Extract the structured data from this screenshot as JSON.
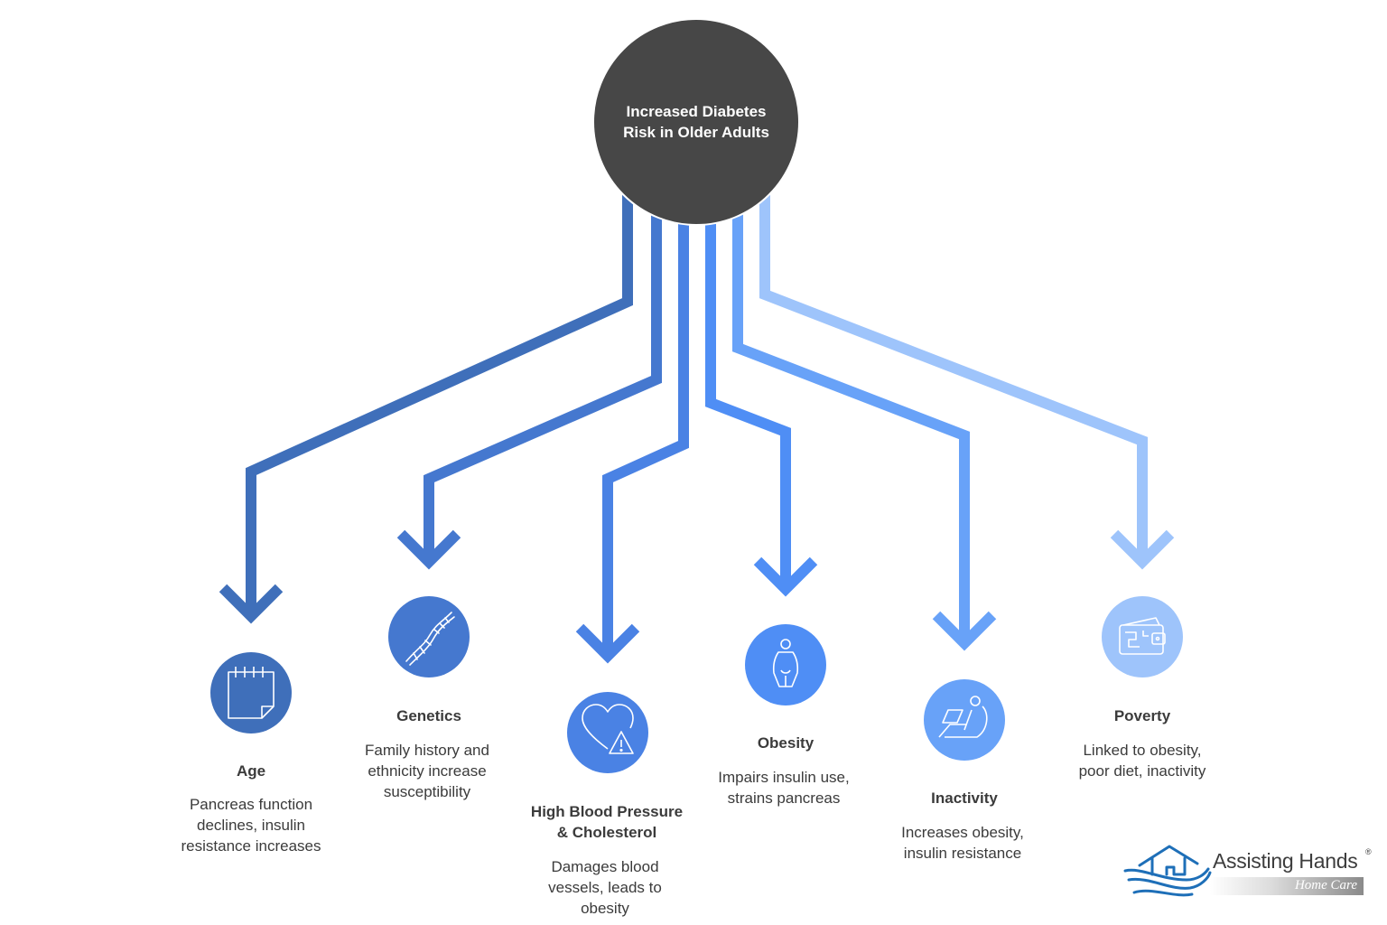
{
  "hub": {
    "title_lines": [
      "Increased Diabetes",
      "Risk in Older Adults"
    ],
    "color": "#474747"
  },
  "factors": [
    {
      "id": "age",
      "icon": "calendar-icon",
      "title_lines": [
        "Age"
      ],
      "description_lines": [
        "Pancreas function",
        "declines, insulin",
        "resistance increases"
      ],
      "color": "#3f6fba"
    },
    {
      "id": "genetics",
      "icon": "dna-icon",
      "title_lines": [
        "Genetics"
      ],
      "description_lines": [
        "Family history and",
        "ethnicity increase",
        "susceptibility"
      ],
      "color": "#4578cf"
    },
    {
      "id": "high-blood-pressure",
      "icon": "heart-warning-icon",
      "title_lines": [
        "High Blood Pressure",
        "& Cholesterol"
      ],
      "description_lines": [
        "Damages blood",
        "vessels, leads to",
        "obesity"
      ],
      "color": "#4a82e4"
    },
    {
      "id": "obesity",
      "icon": "person-icon",
      "title_lines": [
        "Obesity"
      ],
      "description_lines": [
        "Impairs insulin use,",
        "strains pancreas"
      ],
      "color": "#4f8ef5"
    },
    {
      "id": "inactivity",
      "icon": "person-reclining-laptop-icon",
      "title_lines": [
        "Inactivity"
      ],
      "description_lines": [
        "Increases obesity,",
        "insulin resistance"
      ],
      "color": "#68a2f8"
    },
    {
      "id": "poverty",
      "icon": "wallet-icon",
      "title_lines": [
        "Poverty"
      ],
      "description_lines": [
        "Linked to obesity,",
        "poor diet, inactivity"
      ],
      "color": "#9ec4fb"
    }
  ],
  "logo": {
    "name": "Assisting Hands",
    "registered_mark": "®",
    "subtitle": "Home Care",
    "color": "#1e6fb8"
  }
}
